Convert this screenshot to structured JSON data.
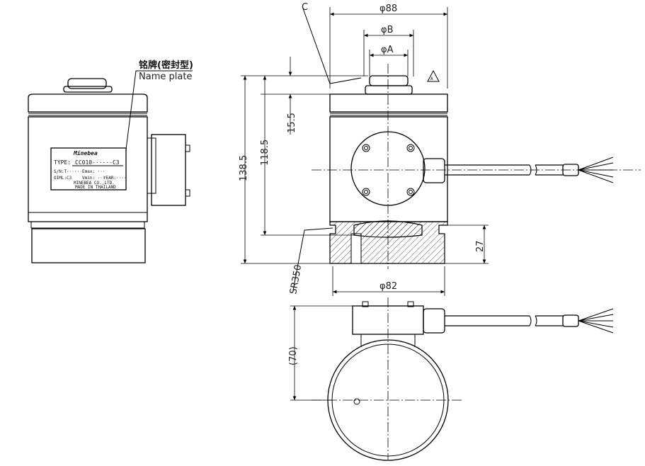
{
  "labels": {
    "nameplate_cn": "铭牌(密封型)",
    "nameplate_en": "Name plate",
    "dia88": "φ88",
    "diaB": "φB",
    "diaA": "φA",
    "warn": "A",
    "chamfer": "C",
    "h15_5": "15.5",
    "h118_5": "118.5",
    "h138_5": "138.5",
    "h27": "27",
    "sr350": "SR350",
    "dia82": "φ82",
    "h70": "(70)"
  },
  "plate": {
    "brand": "Minebea",
    "type_label": "TYPE:",
    "type_value": "CC010-····-C3",
    "sn": "S/N:T······",
    "emax": "Emax: ···",
    "oiml": "OIML:C3",
    "vmin": "Vmin: ···",
    "year": "YEAR:····",
    "maker": "MINEBEA CO.,LTD.",
    "made_in": "MADE IN THAILAND"
  }
}
